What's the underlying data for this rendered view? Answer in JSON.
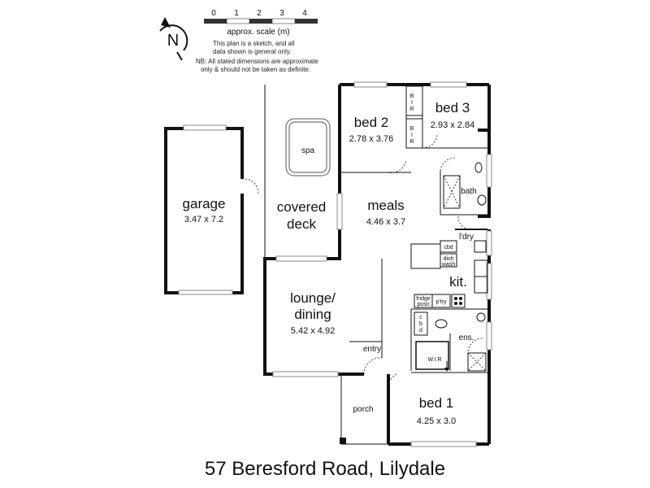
{
  "address": "57 Beresford Road, Lilydale",
  "scale": {
    "ticks": [
      "0",
      "1",
      "2",
      "3",
      "4"
    ],
    "label": "approx. scale (m)"
  },
  "compass": {
    "letter": "N"
  },
  "notes": {
    "line1": "This plan is a sketch, and all",
    "line2": "data shown is general only.",
    "line3": "NB: All stated dimensions are approximate",
    "line4": "only & should not be taken as definite."
  },
  "rooms": {
    "garage": {
      "name": "garage",
      "dims": "3.47 x 7.2"
    },
    "spa": {
      "name": "spa"
    },
    "covered_deck": {
      "line1": "covered",
      "line2": "deck"
    },
    "bed2": {
      "name": "bed 2",
      "dims": "2.78 x 3.76"
    },
    "bed3": {
      "name": "bed 3",
      "dims": "2.93 x 2.84"
    },
    "bir": {
      "letters": [
        "B",
        "I",
        "R"
      ]
    },
    "meals": {
      "name": "meals",
      "dims": "4.46 x 3.7"
    },
    "bath": {
      "name": "bath"
    },
    "ldry": {
      "name": "l'dry"
    },
    "cbd": {
      "name": "cbd"
    },
    "dishwash": {
      "line1": "dish",
      "line2": "wash"
    },
    "kitchen": {
      "name": "kit."
    },
    "fridge": {
      "line1": "fridge",
      "line2": "posn"
    },
    "pantry": {
      "name": "p'try"
    },
    "lounge": {
      "line1": "lounge/",
      "line2": "dining",
      "dims": "5.42 x 4.92"
    },
    "cbd_vertical": {
      "letters": [
        "c",
        "b",
        "d"
      ]
    },
    "ens": {
      "name": "ens."
    },
    "wir": {
      "name": "W.I.R"
    },
    "entry": {
      "name": "entry"
    },
    "porch": {
      "name": "porch"
    },
    "bed1": {
      "name": "bed 1",
      "dims": "4.25 x 3.0"
    }
  }
}
